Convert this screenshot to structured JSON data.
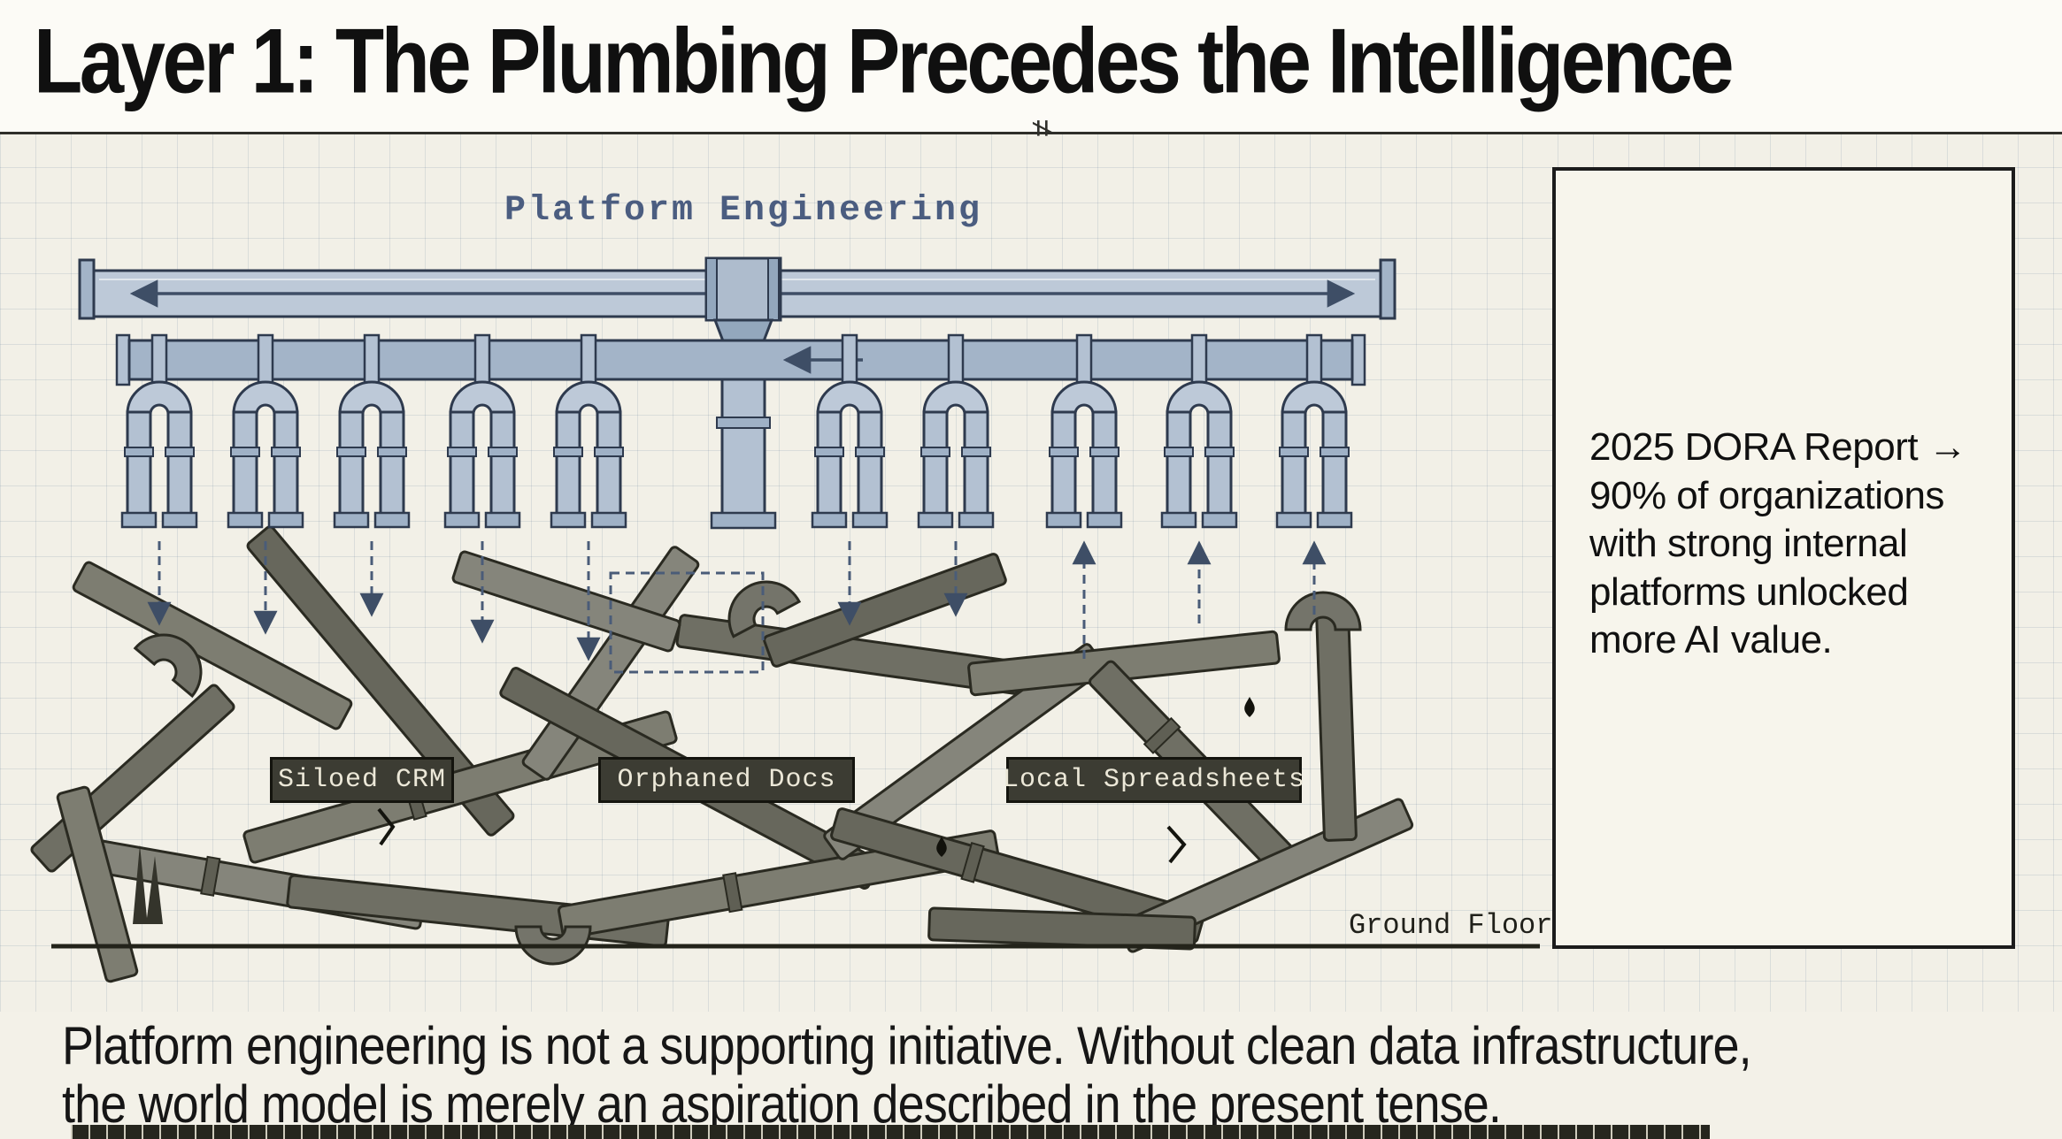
{
  "title": "Layer 1: The Plumbing Precedes the Intelligence",
  "diagram": {
    "platform_label": "Platform Engineering",
    "plates": [
      "Siloed CRM",
      "Orphaned Docs",
      "Local Spreadsheets"
    ],
    "ground_label": "Ground Floor"
  },
  "callout": {
    "lines": [
      "2025 DORA Report →",
      "90% of organizations",
      "with strong internal",
      "platforms unlocked",
      "more AI value."
    ]
  },
  "caption": {
    "line1": "Platform engineering is not a supporting initiative. Without clean data infrastructure,",
    "line2": "the world model is merely an aspiration described in the present tense."
  },
  "colors": {
    "pipe_blue": "#bdc9d8",
    "pipe_blue_dark": "#a3b4c8",
    "pipe_gray": "#7d7d71",
    "outline_blue": "#2e3a4e",
    "outline_gray": "#2a2a21",
    "plate_bg": "#3c3c33",
    "platform_label_color": "#4b5d80"
  }
}
